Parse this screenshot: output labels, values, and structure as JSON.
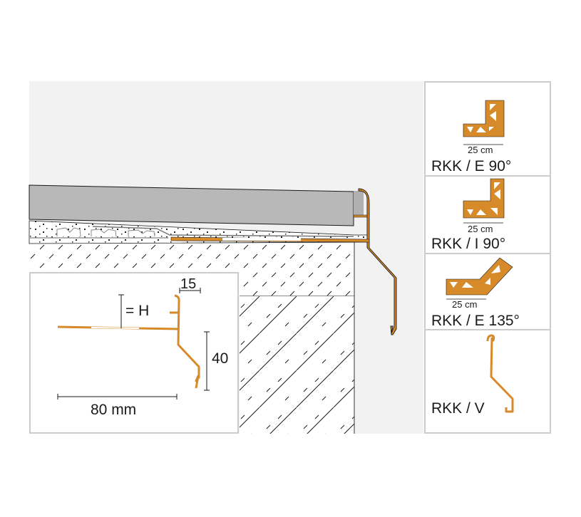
{
  "colors": {
    "profile": "#d68a2a",
    "tile": "#b8b8b8",
    "background": "#f2f2f2",
    "panel_border": "#cccccc",
    "line": "#1a1a1a"
  },
  "inset": {
    "dim_height_label": "= H",
    "dim_top_label": "15",
    "dim_right_label": "40",
    "dim_bottom_label": "80 mm"
  },
  "sidebar": {
    "items": [
      {
        "name": "RKK / E 90°",
        "dimension": "25 cm"
      },
      {
        "name": "RKK / I 90°",
        "dimension": "25 cm"
      },
      {
        "name": "RKK / E 135°",
        "dimension": "25 cm"
      },
      {
        "name": "RKK / V",
        "dimension": ""
      }
    ]
  }
}
